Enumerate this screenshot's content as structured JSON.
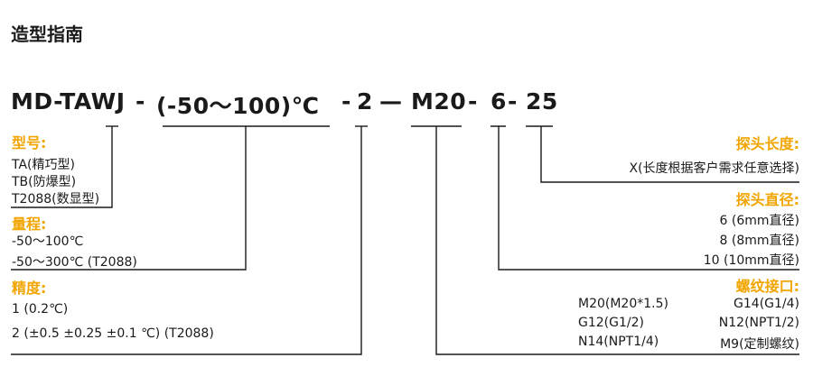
{
  "page_title": "造型指南",
  "model_code": {
    "prefix": "MD-TAWJ",
    "dash1": "-",
    "range": "(-50～100)℃",
    "dash2": "-",
    "accuracy_code": "2",
    "dash3": "—",
    "thread_code": "M20",
    "dash4": "-",
    "diameter_code": "6",
    "dash5": "-",
    "length_code": "25"
  },
  "left": {
    "model": {
      "title": "型号:",
      "items": [
        "TA(精巧型)",
        "TB(防爆型)",
        "T2088(数显型)"
      ]
    },
    "range": {
      "title": "量程:",
      "items": [
        "-50～100℃",
        "-50～300℃ (T2088)"
      ]
    },
    "accuracy": {
      "title": "精度:",
      "items": [
        "1 (0.2℃)",
        "2 (±0.5  ±0.25  ±0.1 ℃) (T2088)"
      ]
    }
  },
  "right": {
    "length": {
      "title": "探头长度:",
      "items": [
        "X(长度根据客户需求任意选择)"
      ]
    },
    "diameter": {
      "title": "探头直径:",
      "items": [
        "6 (6mm直径)",
        "8 (8mm直径)",
        "10 (10mm直径)"
      ]
    },
    "thread": {
      "title": "螺纹接口:",
      "rows": [
        [
          "M20(M20*1.5)",
          "G14(G1/4)"
        ],
        [
          "G12(G1/2)",
          "N12(NPT1/2)"
        ],
        [
          "N14(NPT1/4)",
          "M9(定制螺纹)"
        ]
      ]
    }
  },
  "colors": {
    "accent": "#f2a500",
    "text": "#1a1a1a",
    "line": "#1a1a1a"
  }
}
